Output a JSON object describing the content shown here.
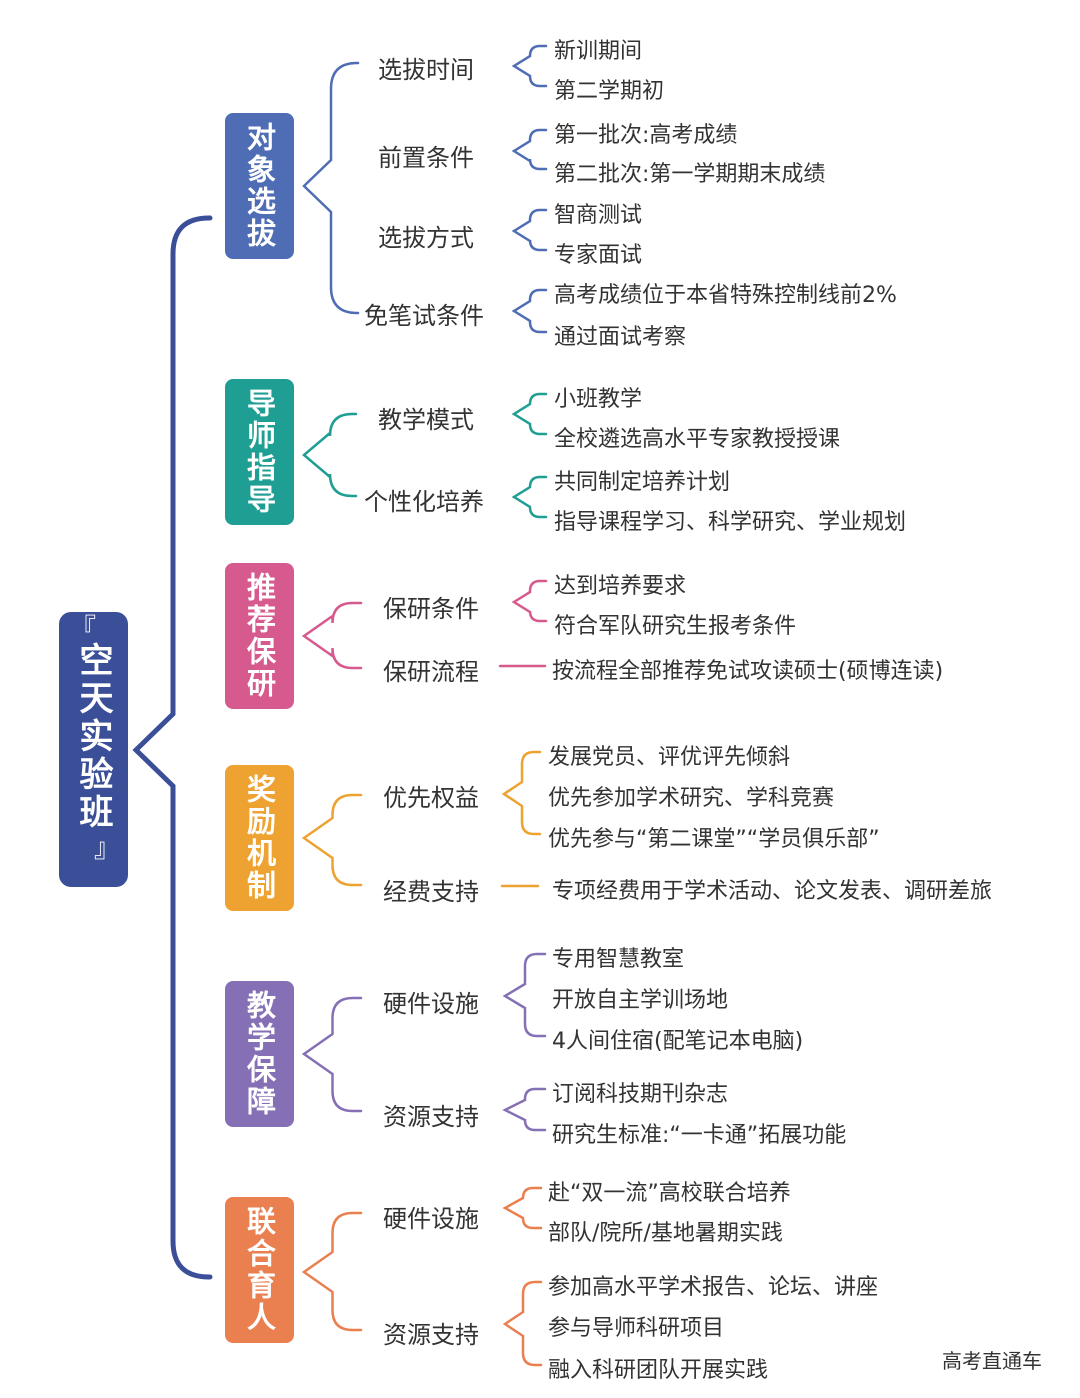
{
  "root": {
    "title": "空天实验班",
    "open_quote": "『",
    "close_quote": "』"
  },
  "categories": [
    {
      "label": "对象选拔",
      "color": "#4f6db5",
      "subs": [
        {
          "label": "选拔时间",
          "leaves": [
            "新训期间",
            "第二学期初"
          ]
        },
        {
          "label": "前置条件",
          "leaves": [
            "第一批次:高考成绩",
            "第二批次:第一学期期末成绩"
          ]
        },
        {
          "label": "选拔方式",
          "leaves": [
            "智商测试",
            "专家面试"
          ]
        },
        {
          "label": "免笔试条件",
          "leaves": [
            "高考成绩位于本省特殊控制线前2%",
            "通过面试考察"
          ]
        }
      ]
    },
    {
      "label": "导师指导",
      "color": "#1f9e93",
      "subs": [
        {
          "label": "教学模式",
          "leaves": [
            "小班教学",
            "全校遴选高水平专家教授授课"
          ]
        },
        {
          "label": "个性化培养",
          "leaves": [
            "共同制定培养计划",
            "指导课程学习、科学研究、学业规划"
          ]
        }
      ]
    },
    {
      "label": "推荐保研",
      "color": "#d65a8e",
      "subs": [
        {
          "label": "保研条件",
          "leaves": [
            "达到培养要求",
            "符合军队研究生报考条件"
          ]
        },
        {
          "label": "保研流程",
          "leaves": [
            "按流程全部推荐免试攻读硕士(硕博连读)"
          ]
        }
      ]
    },
    {
      "label": "奖励机制",
      "color": "#eda231",
      "subs": [
        {
          "label": "优先权益",
          "leaves": [
            "发展党员、评优评先倾斜",
            "优先参加学术研究、学科竞赛",
            "优先参与“第二课堂”“学员俱乐部”"
          ]
        },
        {
          "label": "经费支持",
          "leaves": [
            "专项经费用于学术活动、论文发表、调研差旅"
          ]
        }
      ]
    },
    {
      "label": "教学保障",
      "color": "#8670b5",
      "subs": [
        {
          "label": "硬件设施",
          "leaves": [
            "专用智慧教室",
            "开放自主学训场地",
            "4人间住宿(配笔记本电脑)"
          ]
        },
        {
          "label": "资源支持",
          "leaves": [
            "订阅科技期刊杂志",
            "研究生标准:“一卡通”拓展功能"
          ]
        }
      ]
    },
    {
      "label": "联合育人",
      "color": "#ea7f4f",
      "subs": [
        {
          "label": "硬件设施",
          "leaves": [
            "赴“双一流”高校联合培养",
            "部队/院所/基地暑期实践"
          ]
        },
        {
          "label": "资源支持",
          "leaves": [
            "参加高水平学术报告、论坛、讲座",
            "参与导师科研项目",
            "融入科研团队开展实践"
          ]
        }
      ]
    }
  ],
  "watermark": "高考直通车"
}
